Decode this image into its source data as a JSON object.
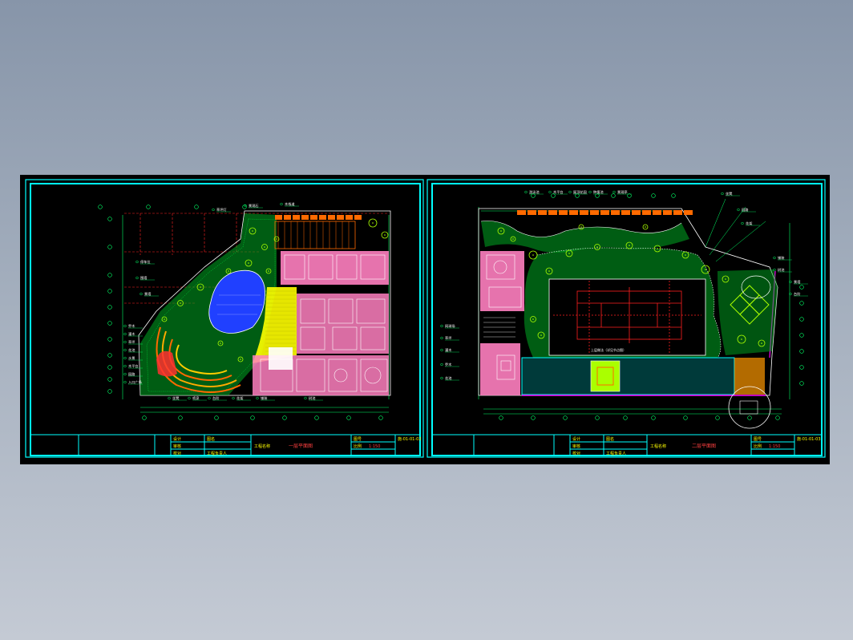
{
  "viewer": {
    "background_top": "#8795a9",
    "background_bottom": "#c4cad4",
    "canvas_color": "#000000"
  },
  "colors": {
    "frame": "#00ffff",
    "grid": "#ff2020",
    "dim": "#00ff66",
    "pink": "#ff80c0",
    "green": "#00dd33",
    "lime": "#aaff00",
    "yellow": "#ffff00",
    "orange": "#ff6a00",
    "blue": "#2040ff",
    "magenta": "#ff00ff",
    "white": "#ffffff"
  },
  "sheets": [
    {
      "id": "left",
      "title": "一层平面图",
      "scale": "1:150",
      "project_label": "工程名称",
      "sheet_no_label": "图号",
      "code": "施-01-01-02",
      "title_block": [
        "设计",
        "审核",
        "校对",
        "图名",
        "工程负责人",
        "比例"
      ],
      "labels": [
        "乔木",
        "灌木",
        "草坪",
        "花池",
        "水景",
        "木平台",
        "园路",
        "入口广场",
        "停车位",
        "围墙",
        "景墙",
        "坐凳",
        "喷泉",
        "台阶",
        "花架",
        "铺装",
        "树池",
        "草坪灯",
        "景观石",
        "木栈道"
      ]
    },
    {
      "id": "right",
      "title": "二层平面图",
      "scale": "1:150",
      "project_label": "工程名称",
      "sheet_no_label": "图号",
      "code": "施-01-01-03",
      "title_block": [
        "设计",
        "审核",
        "校对",
        "图名",
        "工程负责人",
        "比例"
      ],
      "labels": [
        "网球场",
        "草坪",
        "灌木",
        "乔木",
        "花池",
        "游泳池",
        "木平台",
        "屋顶花园",
        "种植池",
        "景观亭",
        "坐凳",
        "园路",
        "花架",
        "铺装",
        "树池",
        "景墙",
        "台阶"
      ],
      "note": "上层做法（详见节点图）"
    }
  ]
}
